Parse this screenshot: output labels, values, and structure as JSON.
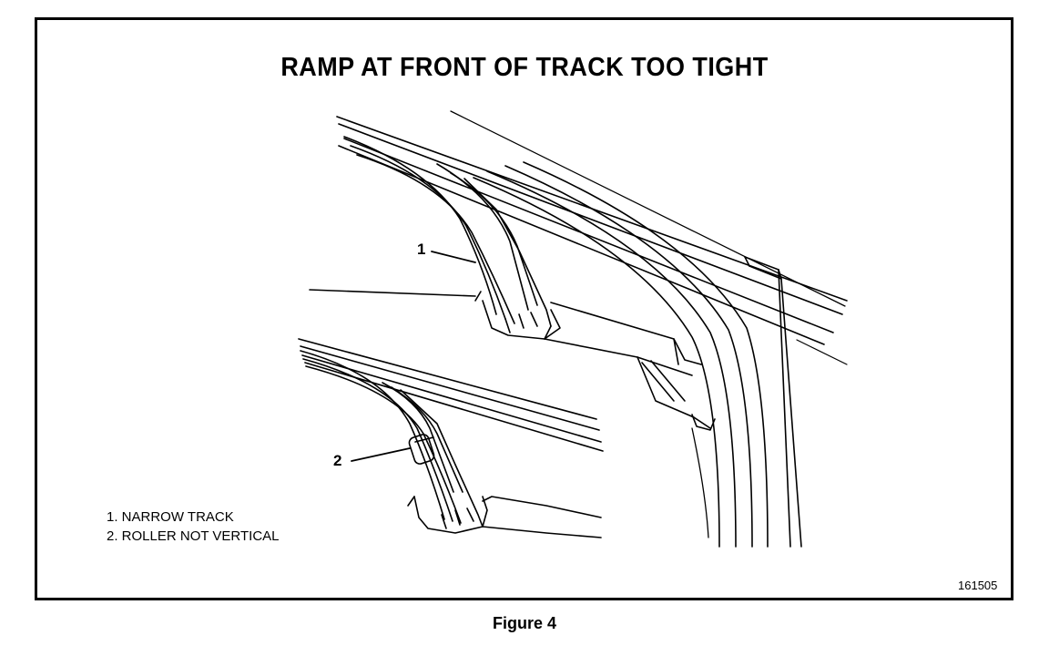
{
  "title": "RAMP AT FRONT OF TRACK TOO TIGHT",
  "callouts": [
    {
      "number": "1",
      "label": "NARROW TRACK"
    },
    {
      "number": "2",
      "label": "ROLLER NOT VERTICAL"
    }
  ],
  "legend": [
    "1.  NARROW TRACK",
    "2.  ROLLER NOT VERTICAL"
  ],
  "figure_id": "161505",
  "caption": "Figure 4"
}
